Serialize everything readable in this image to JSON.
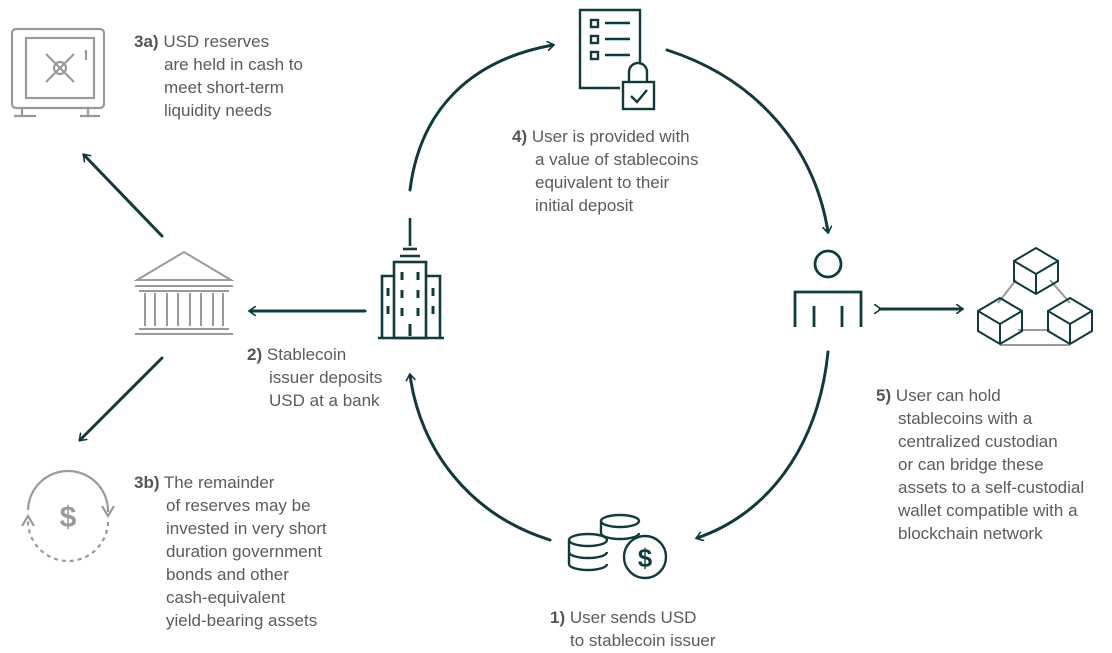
{
  "colors": {
    "dark": "#0f3b3f",
    "gray": "#9a9a9a",
    "text": "#5b5b5b"
  },
  "steps": {
    "step1": {
      "num": "1)",
      "lines": [
        "User sends USD",
        "to stablecoin issuer"
      ]
    },
    "step2": {
      "num": "2)",
      "lines": [
        "Stablecoin",
        "issuer deposits",
        "USD at a bank"
      ]
    },
    "step3a": {
      "num": "3a)",
      "lines": [
        "USD reserves",
        "are held in cash to",
        "meet short-term",
        "liquidity needs"
      ]
    },
    "step3b": {
      "num": "3b)",
      "lines": [
        "The remainder",
        "of reserves may be",
        "invested in very short",
        "duration government",
        "bonds and other",
        "cash-equivalent",
        "yield-bearing assets"
      ]
    },
    "step4": {
      "num": "4)",
      "lines": [
        "User is provided with",
        "a value of stablecoins",
        "equivalent to their",
        "initial deposit"
      ]
    },
    "step5": {
      "num": "5)",
      "lines": [
        "User can hold",
        "stablecoins with a",
        "centralized custodian",
        "or can bridge these",
        "assets to a self-custodial",
        "wallet compatible with a",
        "blockchain network"
      ]
    }
  },
  "icons": [
    "safe-icon",
    "bank-icon",
    "dollar-cycle-icon",
    "office-building-icon",
    "document-lock-icon",
    "user-icon",
    "blockchain-icon",
    "coins-dollar-icon"
  ]
}
